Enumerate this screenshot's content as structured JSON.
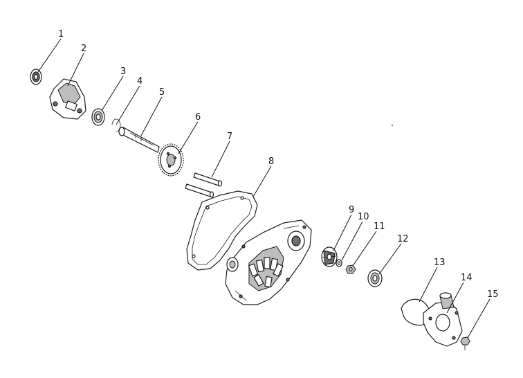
{
  "callouts": [
    {
      "number": "1",
      "part": "seal-ring"
    },
    {
      "number": "2",
      "part": "oil-pump-housing"
    },
    {
      "number": "3",
      "part": "bearing"
    },
    {
      "number": "4",
      "part": "circlip"
    },
    {
      "number": "5",
      "part": "shaft"
    },
    {
      "number": "6",
      "part": "gear"
    },
    {
      "number": "7",
      "part": "dowel-pins"
    },
    {
      "number": "8",
      "part": "cover-gasket"
    },
    {
      "number": "9",
      "part": "impeller"
    },
    {
      "number": "10",
      "part": "washer"
    },
    {
      "number": "11",
      "part": "nut"
    },
    {
      "number": "12",
      "part": "oil-seal"
    },
    {
      "number": "13",
      "part": "o-ring"
    },
    {
      "number": "14",
      "part": "water-pump-cover"
    },
    {
      "number": "15",
      "part": "bolt"
    }
  ],
  "colors": {
    "line": "#1a1a1a",
    "background": "#ffffff",
    "shade": "#6e6e6e"
  }
}
